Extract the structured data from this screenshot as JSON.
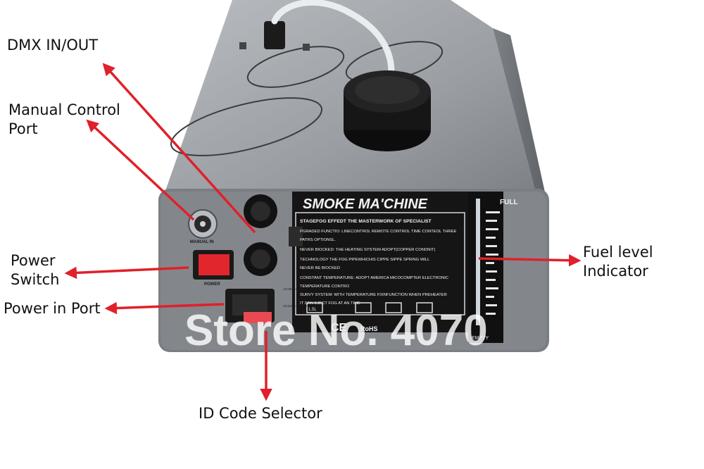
{
  "callouts": {
    "dmx": "DMX IN/OUT",
    "manual_line1": "Manual Control",
    "manual_line2": "Port",
    "power_switch_line1": "Power",
    "power_switch_line2": "Switch",
    "power_in": "Power in Port",
    "id_selector": "ID Code Selector",
    "fuel_line1": "Fuel level",
    "fuel_line2": "Indicator"
  },
  "panel": {
    "title": "SMOKE MA'CHINE",
    "subtitle": "STAGEFOG EFFEDT THE MASTERWORK OF SPECIALIST",
    "lines": [
      "PGRADED FUNCTIO: LINECONTROL REMOTE CONTROL TIME CONTEOL THREE",
      "PATRS OPTIONSL.",
      "NEVER BIOCKED: THE HEATING SYSTEM ADOPT(COPPER CONDNIT)",
      "TECHNOLOGY THE FOG PIPEWHICHIS CIPPE SIPPE SPRING WILL",
      "NEVER BE BIOCKED",
      "CONSTANT TEMPERATURE: ADOPT AMERICA MICOCOMPTER ELECTRONIC",
      "TEMPERATURE CONTRO",
      "SURVY SYSTEM: WITH TEMPERATURE FIXNFUNCTION WHEN PREHEATER",
      "IT CAN EJECT FOG AT AN TIME"
    ],
    "gauge_full": "FULL",
    "gauge_empty": "EMPTY",
    "manual_in_label": "MANUAL IN",
    "power_label": "POWER",
    "voltage_a": "AC220V~240V 50~60Hz",
    "voltage_b": "AC110V~120V 50~60Hz",
    "cert_ce": "CE",
    "cert_rohs": "RoHS",
    "tank_label": "1.5L"
  },
  "watermark": "Store No. 4070",
  "colors": {
    "arrow_red": "#e0202a",
    "body_gray": "#8d9196",
    "panel_black": "#151515"
  }
}
